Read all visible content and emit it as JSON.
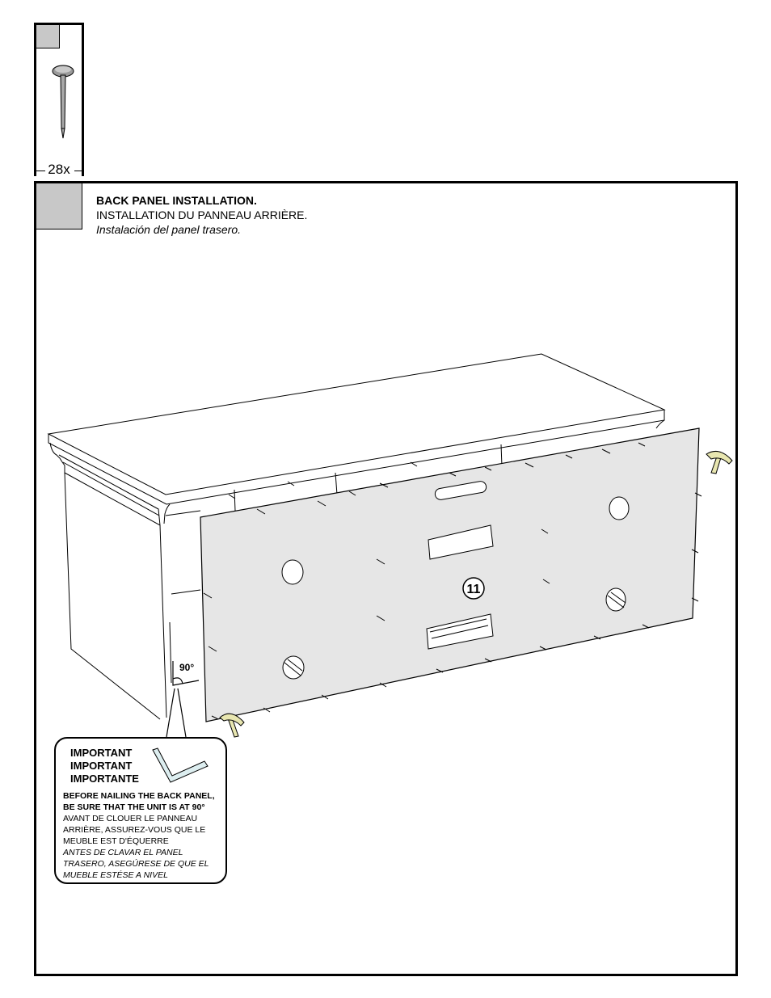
{
  "parts": {
    "quantity": "28x",
    "item_icon": "nail-icon"
  },
  "step": {
    "title_en": "BACK PANEL INSTALLATION.",
    "title_fr": "INSTALLATION DU PANNEAU ARRIÈRE.",
    "title_es": "Instalación del panel trasero."
  },
  "diagram": {
    "panel_number": "11",
    "angle_label": "90°"
  },
  "callout": {
    "heading_1": "IMPORTANT",
    "heading_2": "IMPORTANT",
    "heading_3": "IMPORTANTE",
    "note_en": "BEFORE NAILING THE BACK PANEL, BE SURE THAT THE UNIT IS AT 90°",
    "note_fr": "AVANT DE CLOUER LE PANNEAU ARRIÈRE, ASSUREZ-VOUS QUE LE MEUBLE EST D'ÉQUERRE",
    "note_es": "ANTES DE CLAVAR EL PANEL TRASERO, ASEGÚRESE DE QUE EL MUEBLE ESTÉSE A NIVEL"
  },
  "colors": {
    "tab_gray": "#c8c8c8",
    "panel_gray": "#e6e6e6",
    "hammer_yellow": "#e8e6b0"
  }
}
